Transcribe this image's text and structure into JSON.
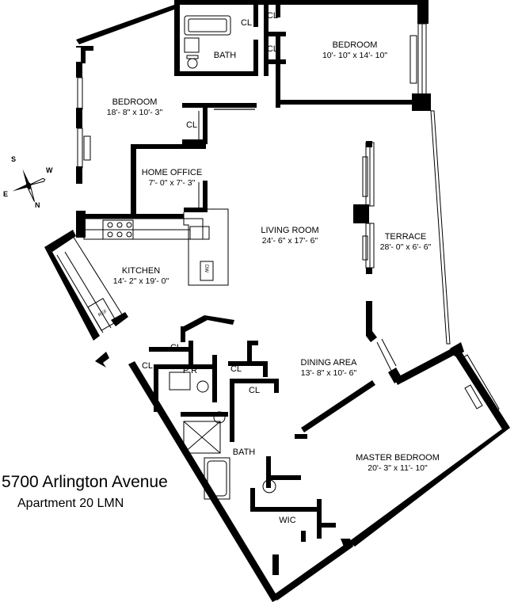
{
  "address": {
    "line1": "5700 Arlington Avenue",
    "line2": "Apartment 20 LMN"
  },
  "rooms": {
    "bedroom_top": {
      "name": "BEDROOM",
      "dims": "10'- 10\" x 14'- 10\""
    },
    "bedroom_left": {
      "name": "BEDROOM",
      "dims": "18'- 8\" x 10'- 3\""
    },
    "bath_top": {
      "name": "BATH"
    },
    "home_office": {
      "name": "HOME OFFICE",
      "dims": "7'- 0\" x 7'- 3\""
    },
    "living_room": {
      "name": "LIVING ROOM",
      "dims": "24'- 6\" x 17'- 6\""
    },
    "terrace": {
      "name": "TERRACE",
      "dims": "28'- 0\" x 6'- 6\""
    },
    "kitchen": {
      "name": "KITCHEN",
      "dims": "14'- 2\" x 19'- 0\""
    },
    "dining_area": {
      "name": "DINING AREA",
      "dims": "13'- 8\" x 10'- 6\""
    },
    "powder_room": {
      "name": "P R"
    },
    "bath_bottom": {
      "name": "BATH"
    },
    "master_bedroom": {
      "name": "MASTER  BEDROOM",
      "dims": "20'- 3\" x 11'- 10\""
    },
    "wic": {
      "name": "WIC"
    }
  },
  "closets": {
    "cl1": "CL",
    "cl2": "CL",
    "cl3": "CL",
    "cl4": "CL",
    "cl5": "CL",
    "cl6": "CL",
    "cl7": "CL",
    "cl8": "CL"
  },
  "appliances": {
    "fridge": "REF",
    "dishwasher": "DW"
  },
  "compass": {
    "n": "N",
    "s": "S",
    "e": "E",
    "w": "W"
  }
}
